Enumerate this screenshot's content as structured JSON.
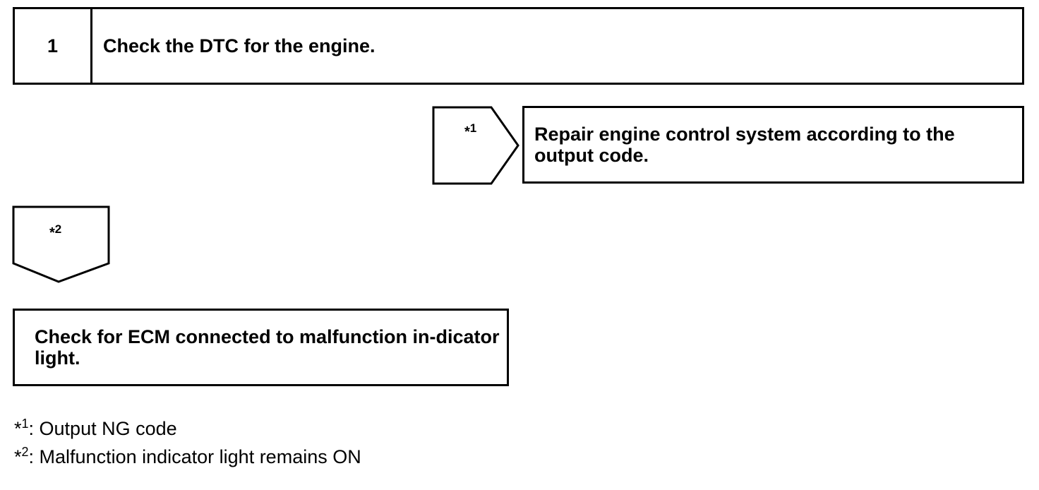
{
  "step": {
    "number": "1",
    "title": "Check the DTC for the engine."
  },
  "branch_right": {
    "marker_star": "*",
    "marker_num": "1",
    "result_text": "Repair engine control system according to the output code."
  },
  "branch_down": {
    "marker_star": "*",
    "marker_num": "2",
    "result_text": "Check for ECM connected to malfunction in-dicator light."
  },
  "notes": [
    {
      "star": "*",
      "num": "1",
      "text": ": Output NG code"
    },
    {
      "star": "*",
      "num": "2",
      "text": ": Malfunction indicator light remains ON"
    }
  ]
}
